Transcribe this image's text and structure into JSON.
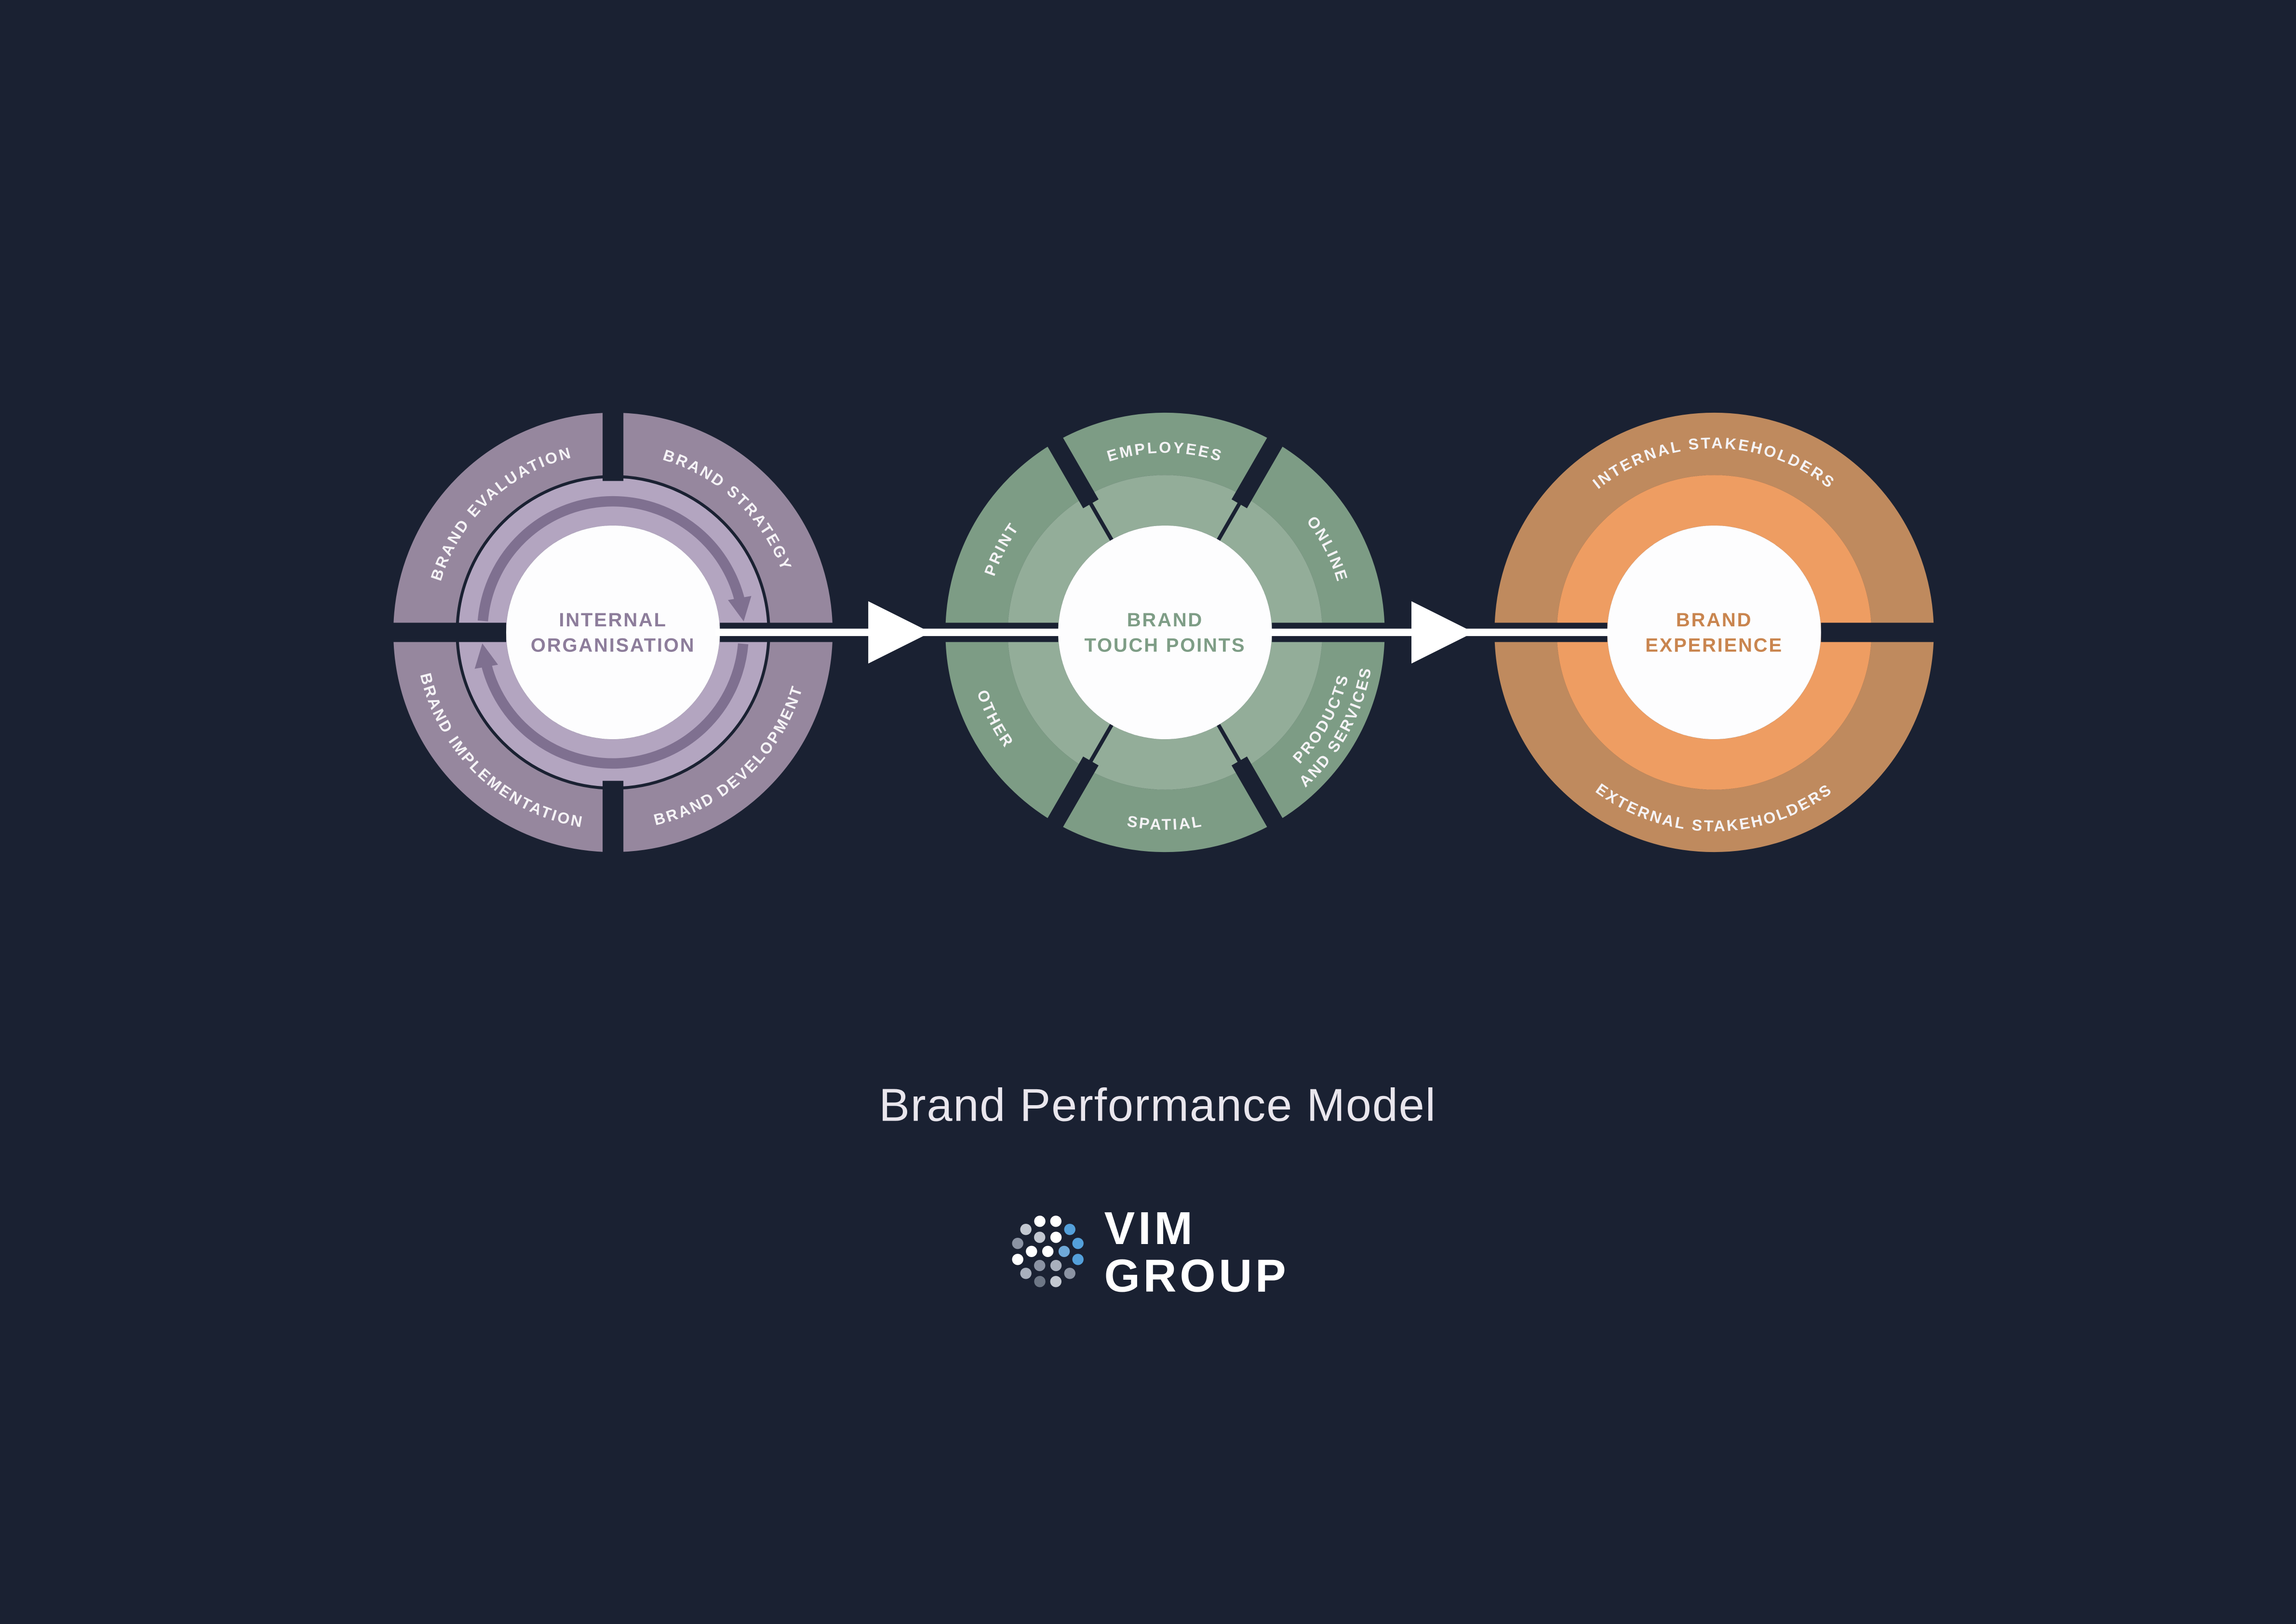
{
  "footer": {
    "title": "Brand Performance Model"
  },
  "logo": {
    "line1": "VIM",
    "line2": "GROUP"
  },
  "internal": {
    "center1": "INTERNAL",
    "center2": "ORGANISATION",
    "evaluation": "BRAND EVALUATION",
    "strategy": "BRAND STRATEGY",
    "development": "BRAND DEVELOPMENT",
    "implementation": "BRAND IMPLEMENTATION"
  },
  "touchpoints": {
    "center1": "BRAND",
    "center2": "TOUCH POINTS",
    "employees": "EMPLOYEES",
    "online": "ONLINE",
    "products1": "PRODUCTS",
    "products2": "AND SERVICES",
    "spatial": "SPATIAL",
    "other": "OTHER",
    "print": "PRINT"
  },
  "experience": {
    "center1": "BRAND",
    "center2": "EXPERIENCE",
    "internal_stakeholders": "INTERNAL STAKEHOLDERS",
    "external_stakeholders": "EXTERNAL STAKEHOLDERS"
  },
  "colors": {
    "background": "#1a2132",
    "purple_outer_ring": "#96879e",
    "purple_inner_ring": "#b3a5c0",
    "purple_cycle_arrow": "#7f7090",
    "purple_center_text": "#8d7d9b",
    "green_outer_ring": "#7d9c85",
    "green_inner_ring": "#93ad99",
    "green_center_text": "#7e9d86",
    "orange_outer_ring": "#bf8a5e",
    "orange_inner_ring": "#ee9d62",
    "orange_center_text": "#c9854f",
    "ring_label_text": "#f5f3f6",
    "arrow": "#ffffff",
    "title_text": "#e9e6ed",
    "logo_blue": "#54a0da"
  }
}
